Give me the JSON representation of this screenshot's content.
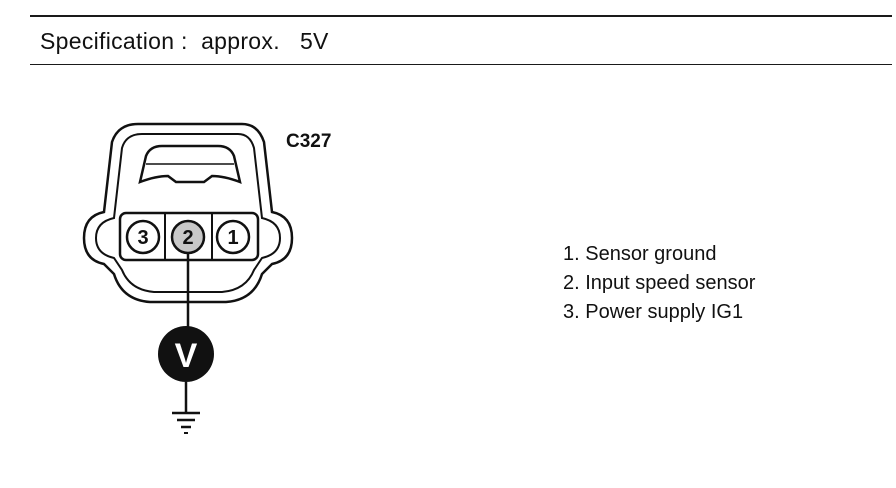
{
  "specification": {
    "text": "Specification :  approx.   5V"
  },
  "connector": {
    "id": "C327",
    "pins": [
      {
        "label": "3",
        "highlighted": false
      },
      {
        "label": "2",
        "highlighted": true
      },
      {
        "label": "1",
        "highlighted": false
      }
    ],
    "highlight_color": "#c8c8c8"
  },
  "voltmeter": {
    "symbol": "V",
    "icon": "voltmeter-icon",
    "ground_icon": "ground-symbol-icon"
  },
  "legend": {
    "items": [
      "1. Sensor ground",
      "2. Input speed sensor",
      "3. Power supply IG1"
    ]
  }
}
